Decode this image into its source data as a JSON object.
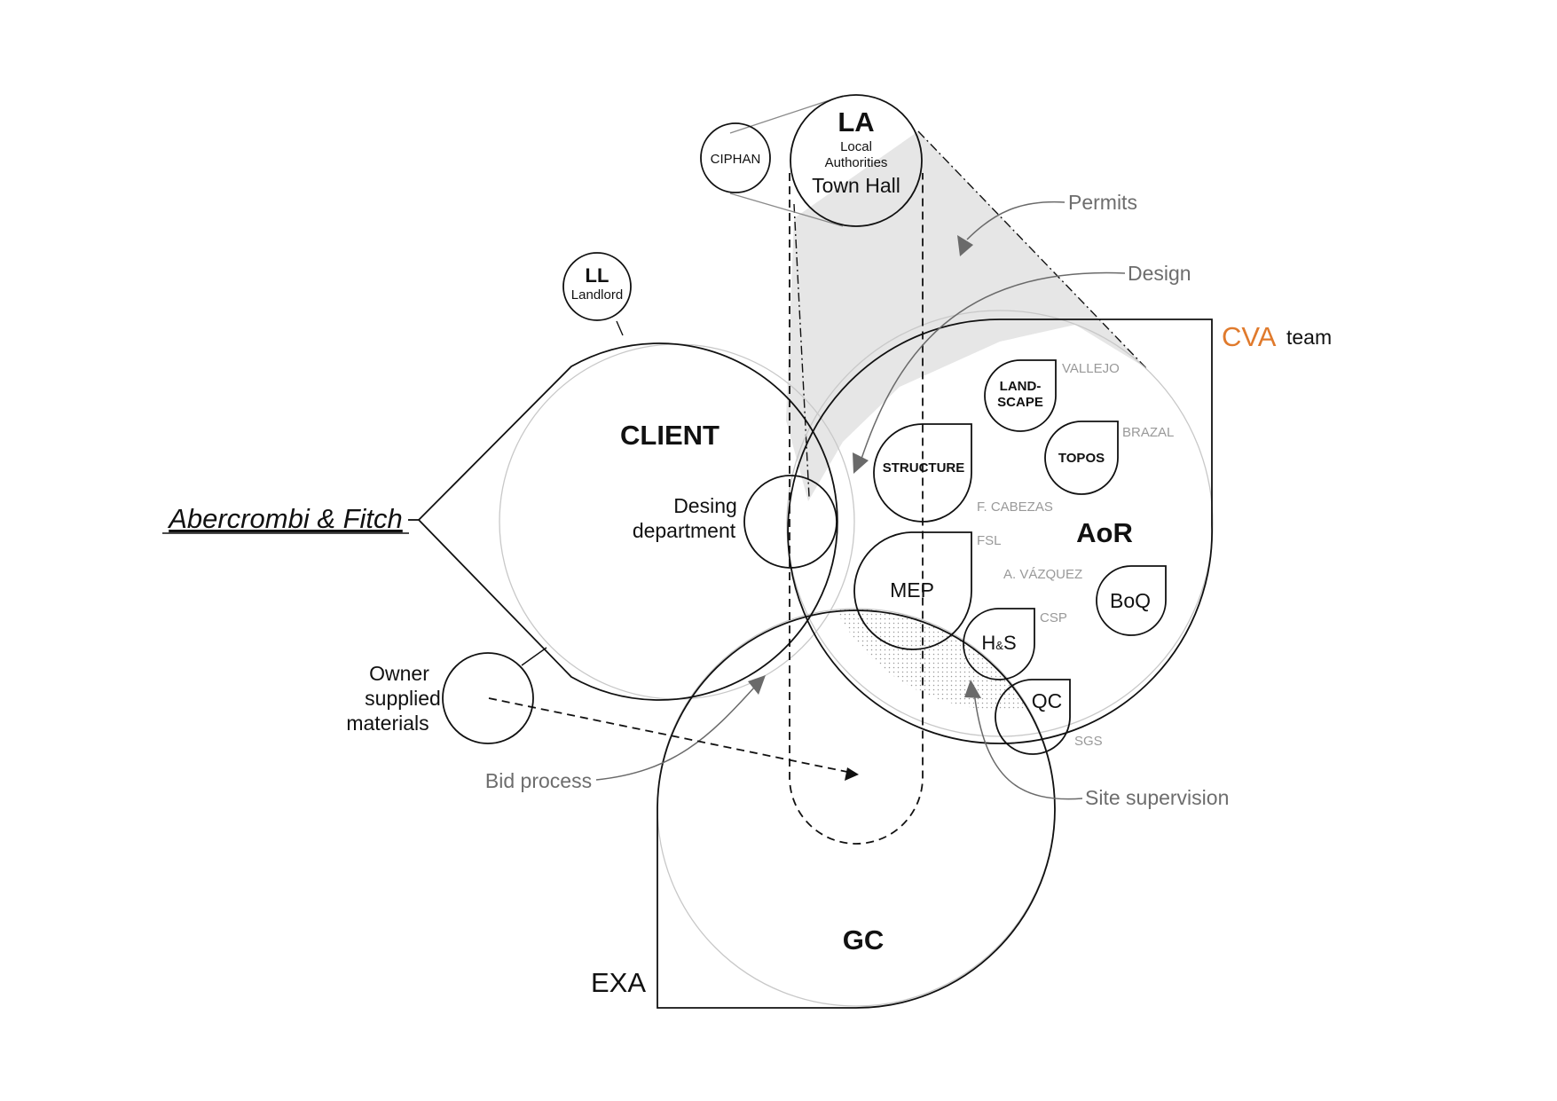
{
  "colors": {
    "ink": "#111111",
    "annotation": "#6d6d6d",
    "consultant": "#999999",
    "accent": "#e07a2c",
    "shade": "#e6e6e6"
  },
  "client": {
    "name": "Abercrombi & Fitch",
    "title": "CLIENT",
    "design_dept_line1": "Desing",
    "design_dept_line2": "department",
    "owner_line1": "Owner",
    "owner_line2": "supplied",
    "owner_line3": "materials"
  },
  "landlord": {
    "title": "LL",
    "subtitle": "Landlord"
  },
  "authorities": {
    "title": "LA",
    "line1": "Local",
    "line2": "Authorities",
    "line3": "Town Hall",
    "ciphan": "CIPHAN"
  },
  "team": {
    "accent_label": "CVA",
    "label": "team",
    "aor": "AoR"
  },
  "disciplines": {
    "landscape_line1": "LAND-",
    "landscape_line2": "SCAPE",
    "landscape_consultant": "VALLEJO",
    "topos": "TOPOS",
    "topos_consultant": "BRAZAL",
    "structure": "STRUCTURE",
    "structure_consultant": "F. CABEZAS",
    "mep": "MEP",
    "mep_consultant": "FSL",
    "boq": "BoQ",
    "boq_consultant": "A. VÁZQUEZ",
    "hs_h": "H",
    "hs_amp": "&",
    "hs_s": "S",
    "hs_consultant": "CSP",
    "qc": "QC",
    "qc_consultant": "SGS"
  },
  "contractor": {
    "title": "GC",
    "label": "EXA"
  },
  "annotations": {
    "permits": "Permits",
    "design": "Design",
    "bid": "Bid process",
    "site": "Site supervision"
  }
}
